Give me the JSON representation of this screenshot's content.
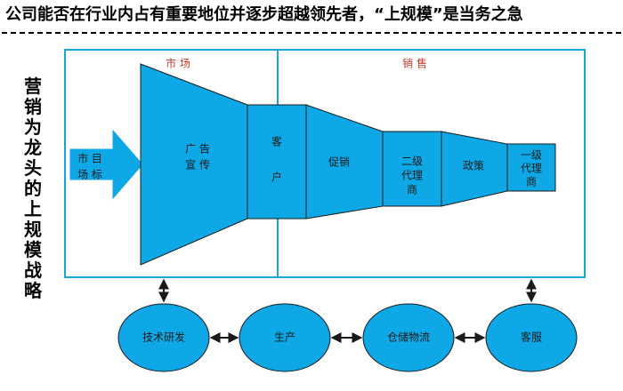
{
  "headline": "公司能否在行业内占有重要地位并逐步超越领先者，“上规模”是当务之急",
  "side_label": "营销为龙头的上规模战略",
  "sections": {
    "market": "市 场",
    "sales": "销 售"
  },
  "arrow_label": {
    "line1": "市 目",
    "line2": "场 标"
  },
  "funnel": {
    "ad": {
      "line1": "广 告",
      "line2": "宣 传"
    },
    "customer": {
      "line1": "客",
      "line2": "户"
    },
    "promotion": "促销",
    "agent2": {
      "line1": "二级",
      "line2": "代理",
      "line3": "商"
    },
    "policy": "政策",
    "agent1": {
      "line1": "一级",
      "line2": "代理",
      "line3": "商"
    }
  },
  "bottom": {
    "rnd": "技术研发",
    "production": "生产",
    "logistics": "仓储物流",
    "service": "客服"
  },
  "colors": {
    "fill": "#0fa8e6",
    "border": "#19a3d9",
    "stroke": "#1a1a1a"
  }
}
